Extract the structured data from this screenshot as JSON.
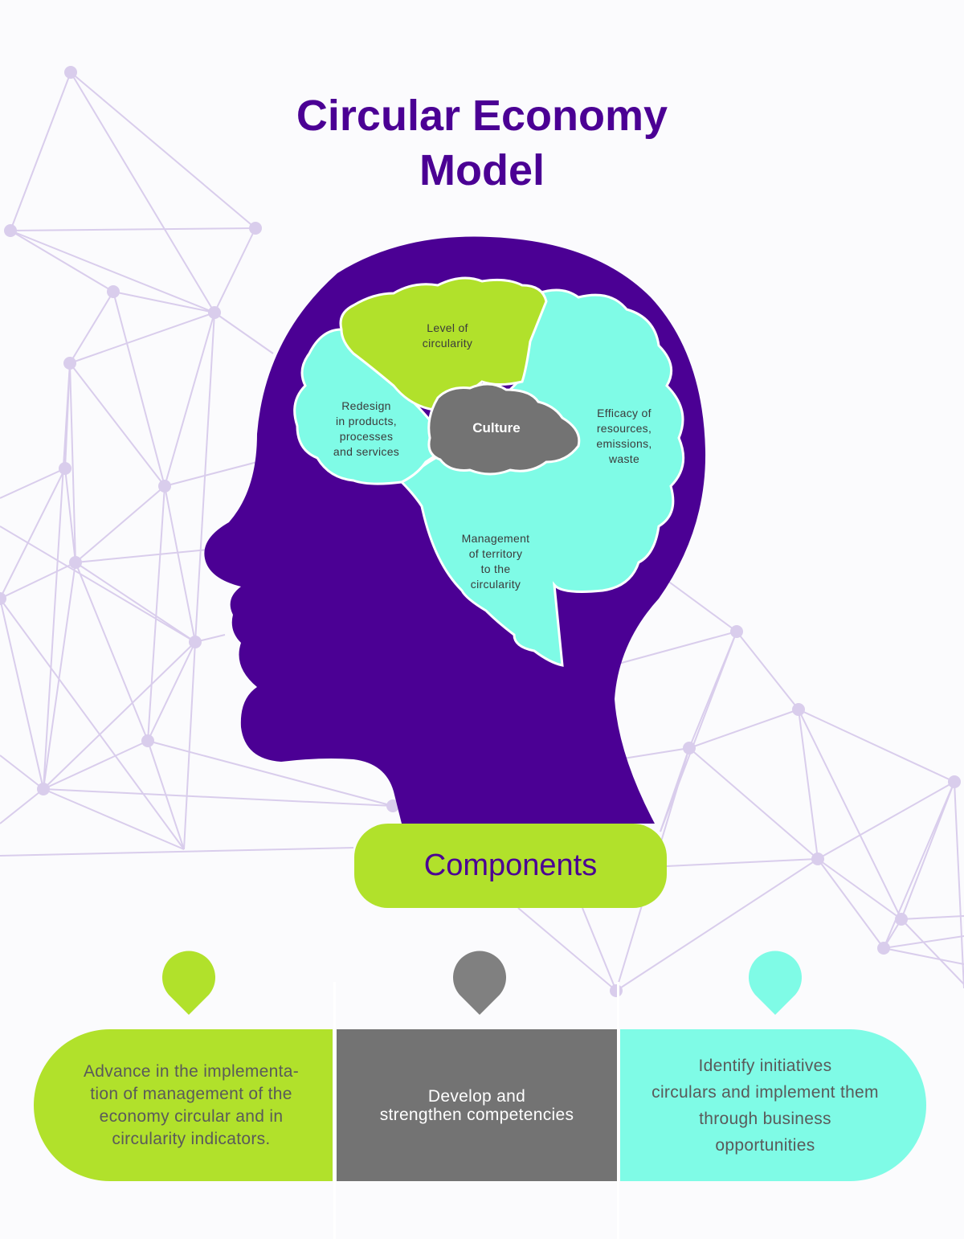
{
  "title": {
    "line1": "Circular Economy",
    "line2": "Model"
  },
  "brain": {
    "level": "Level of\ncircularity",
    "redesign": "Redesign\nin products,\nprocesses\nand services",
    "culture": "Culture",
    "efficacy": "Efficacy of\nresources,\nemissions,\nwaste",
    "management": "Management\nof territory\nto the\ncircularity"
  },
  "components": {
    "label": "Components"
  },
  "items": [
    {
      "text": "Advance in the implementa-\ntion of management of the\neconomy circular and in\ncircularity indicators.",
      "color": "#b1e12b"
    },
    {
      "text": "Develop and\nstrengthen competencies",
      "color": "#737373"
    },
    {
      "text": "Identify initiatives\ncirculars and implement them\nthrough business\nopportunities",
      "color": "#7ffbe6"
    }
  ],
  "colors": {
    "purple": "#4b0094",
    "green": "#b1e12b",
    "gray": "#737373",
    "cyan": "#7ffbe6",
    "network": "#d9cdec"
  }
}
